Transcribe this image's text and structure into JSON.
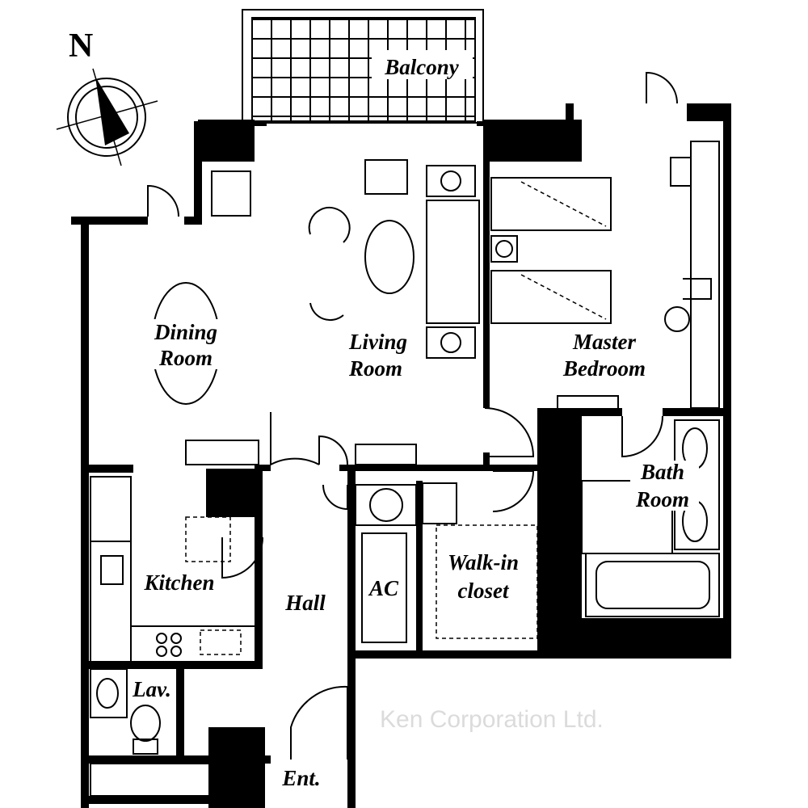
{
  "rooms": {
    "balcony": "Balcony",
    "dining_line1": "Dining",
    "dining_line2": "Room",
    "living_line1": "Living",
    "living_line2": "Room",
    "master_line1": "Master",
    "master_line2": "Bedroom",
    "bath_line1": "Bath",
    "bath_line2": "Room",
    "kitchen": "Kitchen",
    "hall": "Hall",
    "ac": "AC",
    "closet_line1": "Walk-in",
    "closet_line2": "closet",
    "lav": "Lav.",
    "entrance": "Ent."
  },
  "compass": {
    "north_label": "N"
  },
  "watermark": "Ken Corporation Ltd."
}
